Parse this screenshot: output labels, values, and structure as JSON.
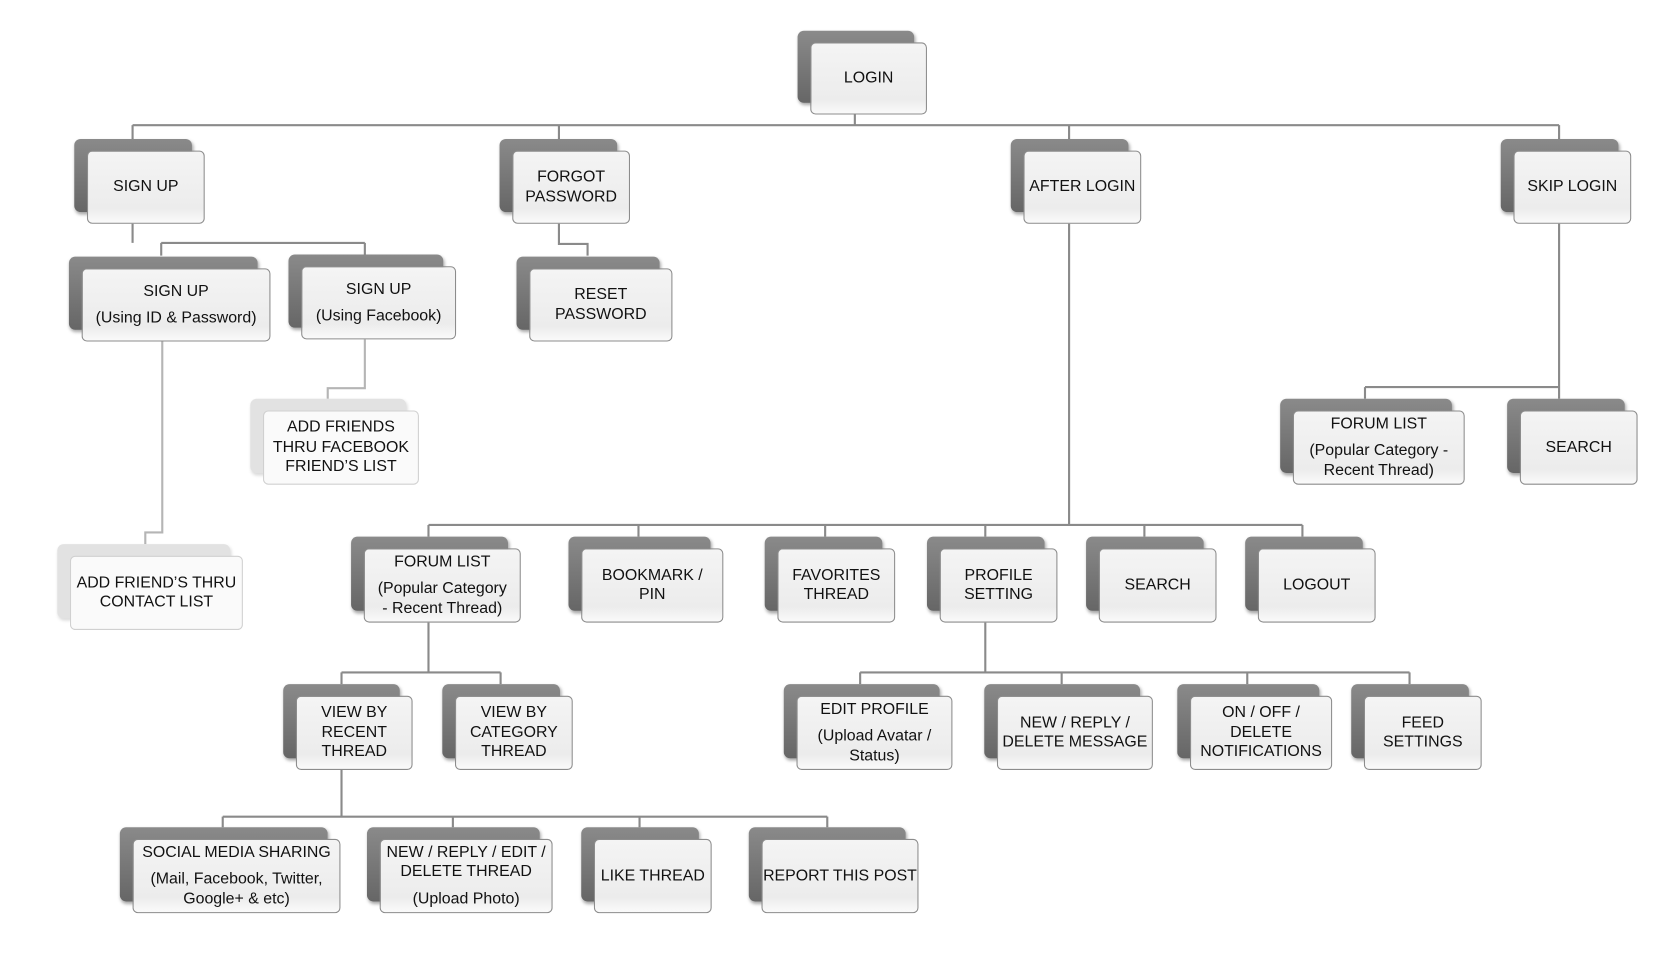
{
  "title": "App navigation flow",
  "nodes": [
    {
      "id": "login",
      "lines": [
        "LOGIN"
      ]
    },
    {
      "id": "sign-up",
      "lines": [
        "SIGN UP"
      ]
    },
    {
      "id": "forgot-password",
      "lines": [
        "FORGOT",
        "PASSWORD"
      ]
    },
    {
      "id": "after-login",
      "lines": [
        "AFTER LOGIN"
      ]
    },
    {
      "id": "skip-login",
      "lines": [
        "SKIP LOGIN"
      ]
    },
    {
      "id": "sign-up-id",
      "lines": [
        "SIGN UP"
      ],
      "sub": [
        "(Using ID & Password)"
      ]
    },
    {
      "id": "sign-up-facebook",
      "lines": [
        "SIGN UP"
      ],
      "sub": [
        "(Using Facebook)"
      ]
    },
    {
      "id": "reset-password",
      "lines": [
        "RESET",
        "PASSWORD"
      ]
    },
    {
      "id": "add-friends-facebook",
      "lines": [
        "ADD FRIENDS",
        "THRU FACEBOOK",
        "FRIEND’S LIST"
      ],
      "light": true
    },
    {
      "id": "add-friends-contact",
      "lines": [
        "ADD FRIEND’S THRU",
        "CONTACT LIST"
      ],
      "light": true
    },
    {
      "id": "skip-forum-list",
      "lines": [
        "FORUM LIST"
      ],
      "sub": [
        "(Popular Category -",
        "Recent Thread)"
      ]
    },
    {
      "id": "skip-search",
      "lines": [
        "SEARCH"
      ]
    },
    {
      "id": "forum-list",
      "lines": [
        "FORUM LIST"
      ],
      "sub": [
        "(Popular Category",
        "- Recent Thread)"
      ]
    },
    {
      "id": "bookmark-pin",
      "lines": [
        "BOOKMARK /",
        "PIN"
      ]
    },
    {
      "id": "favorites-thread",
      "lines": [
        "FAVORITES",
        "THREAD"
      ]
    },
    {
      "id": "profile-setting",
      "lines": [
        "PROFILE",
        "SETTING"
      ]
    },
    {
      "id": "search",
      "lines": [
        "SEARCH"
      ]
    },
    {
      "id": "logout",
      "lines": [
        "LOGOUT"
      ]
    },
    {
      "id": "view-recent",
      "lines": [
        "VIEW BY",
        "RECENT",
        "THREAD"
      ]
    },
    {
      "id": "view-category",
      "lines": [
        "VIEW BY",
        "CATEGORY",
        "THREAD"
      ]
    },
    {
      "id": "edit-profile",
      "lines": [
        "EDIT PROFILE"
      ],
      "sub": [
        "(Upload Avatar /",
        "Status)"
      ]
    },
    {
      "id": "message",
      "lines": [
        "NEW / REPLY /",
        "DELETE MESSAGE"
      ]
    },
    {
      "id": "notifications",
      "lines": [
        "ON / OFF /",
        "DELETE",
        "NOTIFICATIONS"
      ]
    },
    {
      "id": "feed-settings",
      "lines": [
        "FEED",
        "SETTINGS"
      ]
    },
    {
      "id": "social-sharing",
      "lines": [
        "SOCIAL MEDIA SHARING"
      ],
      "sub": [
        "(Mail, Facebook, Twitter,",
        "Google+ & etc)"
      ]
    },
    {
      "id": "thread-actions",
      "lines": [
        "NEW / REPLY / EDIT /",
        "DELETE THREAD"
      ],
      "sub": [
        "(Upload Photo)"
      ]
    },
    {
      "id": "like-thread",
      "lines": [
        "LIKE THREAD"
      ]
    },
    {
      "id": "report-post",
      "lines": [
        "REPORT THIS POST"
      ]
    }
  ]
}
